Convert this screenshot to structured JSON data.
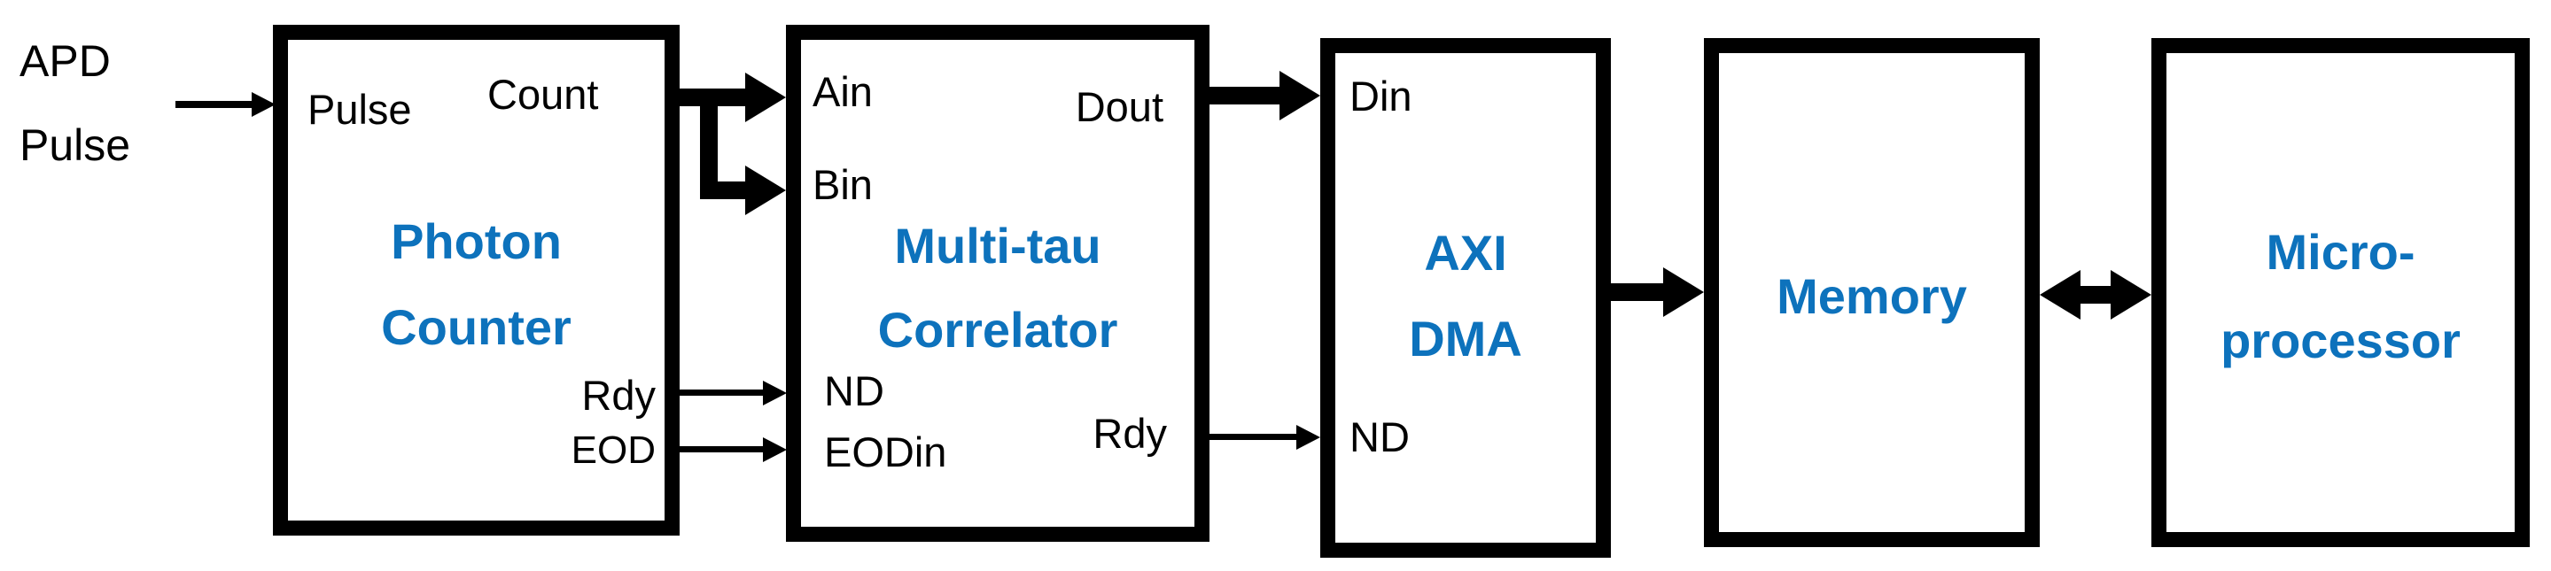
{
  "colors": {
    "accent_blue": "#0d72bc",
    "line_black": "#000000",
    "background": "#ffffff"
  },
  "source_label": {
    "line1": "APD",
    "line2": "Pulse"
  },
  "blocks": {
    "photon_counter": {
      "title_line1": "Photon",
      "title_line2": "Counter",
      "ports": {
        "pulse": "Pulse",
        "count": "Count",
        "rdy": "Rdy",
        "eod": "EOD"
      }
    },
    "correlator": {
      "title_line1": "Multi-tau",
      "title_line2": "Correlator",
      "ports": {
        "ain": "Ain",
        "bin": "Bin",
        "dout": "Dout",
        "nd": "ND",
        "eodin": "EODin",
        "rdy": "Rdy"
      }
    },
    "axi_dma": {
      "title_line1": "AXI",
      "title_line2": "DMA",
      "ports": {
        "din": "Din",
        "nd": "ND"
      }
    },
    "memory": {
      "title_line1": "Memory"
    },
    "microprocessor": {
      "title_line1": "Micro-",
      "title_line2": "processor"
    }
  },
  "connections": [
    {
      "from": "APD Pulse",
      "to": "Photon Counter.Pulse",
      "style": "thin",
      "bidirectional": false
    },
    {
      "from": "Photon Counter.Count",
      "to": "Multi-tau Correlator.Ain",
      "style": "thick",
      "bidirectional": false
    },
    {
      "from": "Photon Counter.Count",
      "to": "Multi-tau Correlator.Bin",
      "style": "thick",
      "bidirectional": false
    },
    {
      "from": "Photon Counter.Rdy",
      "to": "Multi-tau Correlator.ND",
      "style": "thin",
      "bidirectional": false
    },
    {
      "from": "Photon Counter.EOD",
      "to": "Multi-tau Correlator.EODin",
      "style": "thin",
      "bidirectional": false
    },
    {
      "from": "Multi-tau Correlator.Dout",
      "to": "AXI DMA.Din",
      "style": "thick",
      "bidirectional": false
    },
    {
      "from": "Multi-tau Correlator.Rdy",
      "to": "AXI DMA.ND",
      "style": "thin",
      "bidirectional": false
    },
    {
      "from": "AXI DMA",
      "to": "Memory",
      "style": "thick",
      "bidirectional": false
    },
    {
      "from": "Memory",
      "to": "Micro-processor",
      "style": "thick",
      "bidirectional": true
    }
  ]
}
